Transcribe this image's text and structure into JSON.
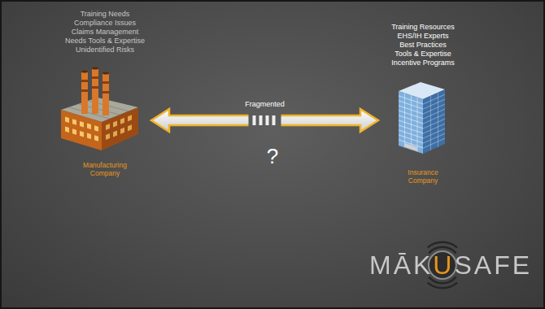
{
  "diagram": {
    "nodes": [
      {
        "text": [
          "Training Needs",
          "Compliance Issues",
          "Claims Management",
          "Needs Tools & Expertise",
          "Unidentified Risks",
          "Manufacturing Company"
        ]
      },
      {
        "text": [
          "Training Resources",
          "EHS/IH Experts",
          "Best Practices",
          "Tools & Expertise",
          "Incentive Programs",
          "Insurance Company"
        ]
      }
    ],
    "edges": [
      {
        "from": 0,
        "to": 1,
        "arrow": "both",
        "label": "Fragmented"
      }
    ],
    "labels": [
      "?",
      "MĀKUSAFE"
    ]
  }
}
